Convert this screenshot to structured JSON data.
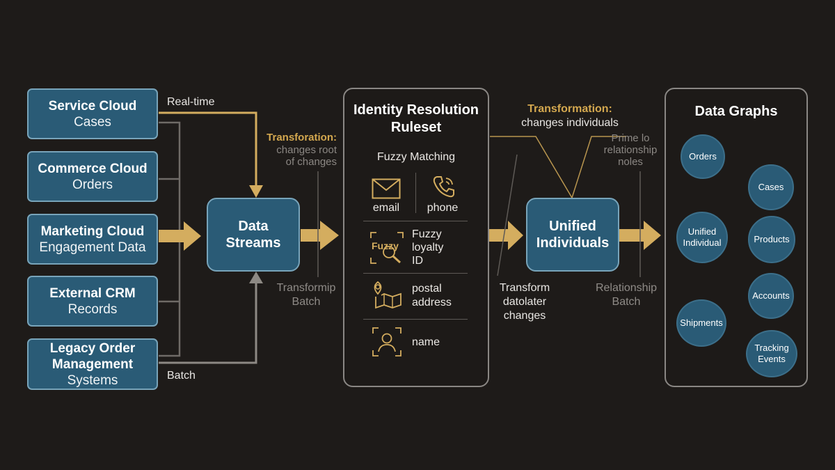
{
  "sources": [
    {
      "title": "Service Cloud",
      "subtitle": "Cases"
    },
    {
      "title": "Commerce Cloud",
      "subtitle": "Orders"
    },
    {
      "title": "Marketing Cloud",
      "subtitle": "Engagement Data"
    },
    {
      "title": "External CRM",
      "subtitle": "Records"
    },
    {
      "title": "Legacy Order",
      "title2": "Management",
      "subtitle": "Systems"
    }
  ],
  "flow_labels": {
    "realtime": "Real-time",
    "batch": "Batch",
    "transformation1_title": "Transforation:",
    "transformation1_line1": "changes root",
    "transformation1_line2": "of changes",
    "transform_batch_line1": "Transformip",
    "transform_batch_line2": "Batch",
    "transformation2_title": "Transformation:",
    "transformation2_line1": "changes individuals",
    "transform_later_line1": "Transform",
    "transform_later_line2": "datolater",
    "transform_later_line3": "changes",
    "prime_line1": "Prime lo",
    "prime_line2": "relationship",
    "prime_line3": "noles",
    "rel_batch_line1": "Relationship",
    "rel_batch_line2": "Batch"
  },
  "data_streams": {
    "line1": "Data",
    "line2": "Streams"
  },
  "identity": {
    "title_line1": "Identity Resolution",
    "title_line2": "Ruleset",
    "subtitle": "Fuzzy Matching",
    "email": "email",
    "phone": "phone",
    "fuzzy_icon_text": "Fuzzy",
    "loyalty_line1": "Fuzzy",
    "loyalty_line2": "loyalty",
    "loyalty_line3": "ID",
    "postal_line1": "postal",
    "postal_line2": "address",
    "name": "name",
    "icons": [
      "envelope-icon",
      "phone-icon",
      "fuzzy-search-icon",
      "map-pin-icon",
      "person-scan-icon"
    ]
  },
  "unified": {
    "line1": "Unified",
    "line2": "Individuals"
  },
  "graphs": {
    "title": "Data Graphs",
    "center_line1": "Unified",
    "center_line2": "Individual",
    "orders": "Orders",
    "cases": "Cases",
    "products": "Products",
    "accounts": "Accounts",
    "shipments": "Shipments",
    "tracking_line1": "Tracking",
    "tracking_line2": "Events"
  },
  "colors": {
    "background": "#1e1b19",
    "box_fill": "#2a5b76",
    "box_border": "#78a4ba",
    "gold_arrow": "#d4ad5f",
    "grey_line": "#7e7a75",
    "gold_text": "#d4a84f"
  }
}
